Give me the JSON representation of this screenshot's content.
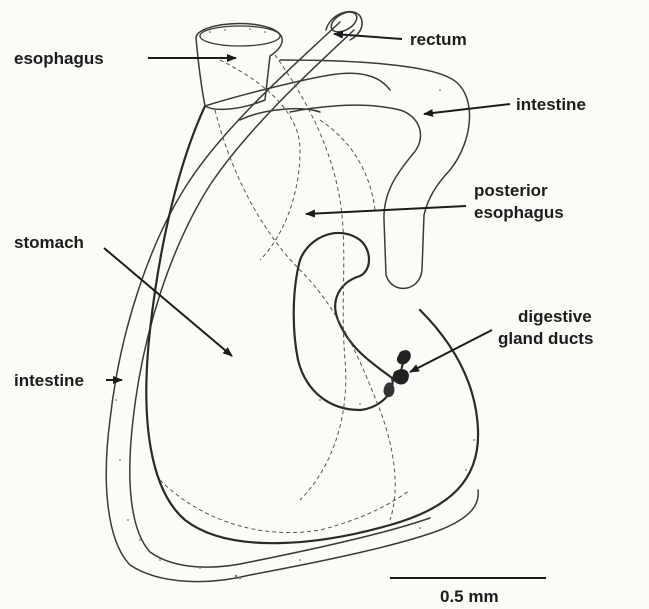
{
  "labels": {
    "esophagus": "esophagus",
    "rectum": "rectum",
    "intestine_top": "intestine",
    "posterior_line1": "posterior",
    "posterior_line2": "esophagus",
    "stomach": "stomach",
    "digestive_line1": "digestive",
    "digestive_line2": "gland ducts",
    "intestine_left": "intestine"
  },
  "scale_bar": {
    "label": "0.5 mm"
  }
}
